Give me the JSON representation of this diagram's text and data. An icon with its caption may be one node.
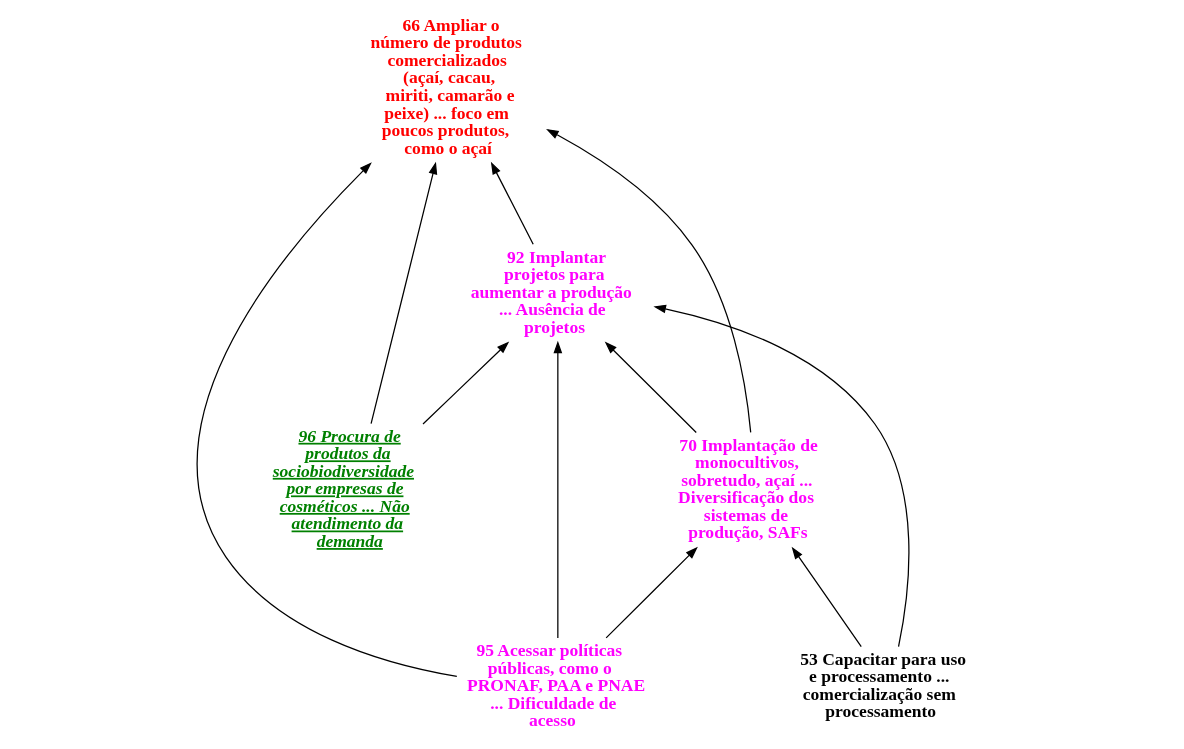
{
  "diagram": {
    "nodes": [
      {
        "text": [
          "66 Ampliar o número de produtos comercializados (açaí, cacau, miriti, camarão e peixe) ... foco em poucos produtos, como o açaí"
        ]
      },
      {
        "text": [
          "92 Implantar projetos para aumentar a produção ... Ausência de projetos"
        ]
      },
      {
        "text": [
          "95 Acessar políticas públicas, como o PRONAF, PAA e PNAE ... Dificuldade de acesso"
        ]
      },
      {
        "text": [
          "96 Procura de produtos da sociobiodiversidade por empresas de cosméticos ... Não atendimento da demanda"
        ]
      },
      {
        "text": [
          "70 Implantação de monocultivos, sobretudo, açaí ... Diversificação dos sistemas de produção, SAFs"
        ]
      },
      {
        "text": [
          "53 Capacitar para uso e processamento ... comercialização sem processamento"
        ]
      }
    ],
    "edges": [
      {
        "from": 2,
        "to": 0,
        "arrow": "to"
      },
      {
        "from": 1,
        "to": 0,
        "arrow": "to"
      },
      {
        "from": 4,
        "to": 0,
        "arrow": "to"
      },
      {
        "from": 3,
        "to": 0,
        "arrow": "to"
      },
      {
        "from": 2,
        "to": 1,
        "arrow": "to"
      },
      {
        "from": 5,
        "to": 1,
        "arrow": "to"
      },
      {
        "from": 4,
        "to": 1,
        "arrow": "to"
      },
      {
        "from": 3,
        "to": 1,
        "arrow": "to"
      },
      {
        "from": 2,
        "to": 4,
        "arrow": "to"
      },
      {
        "from": 5,
        "to": 4,
        "arrow": "to"
      }
    ]
  }
}
